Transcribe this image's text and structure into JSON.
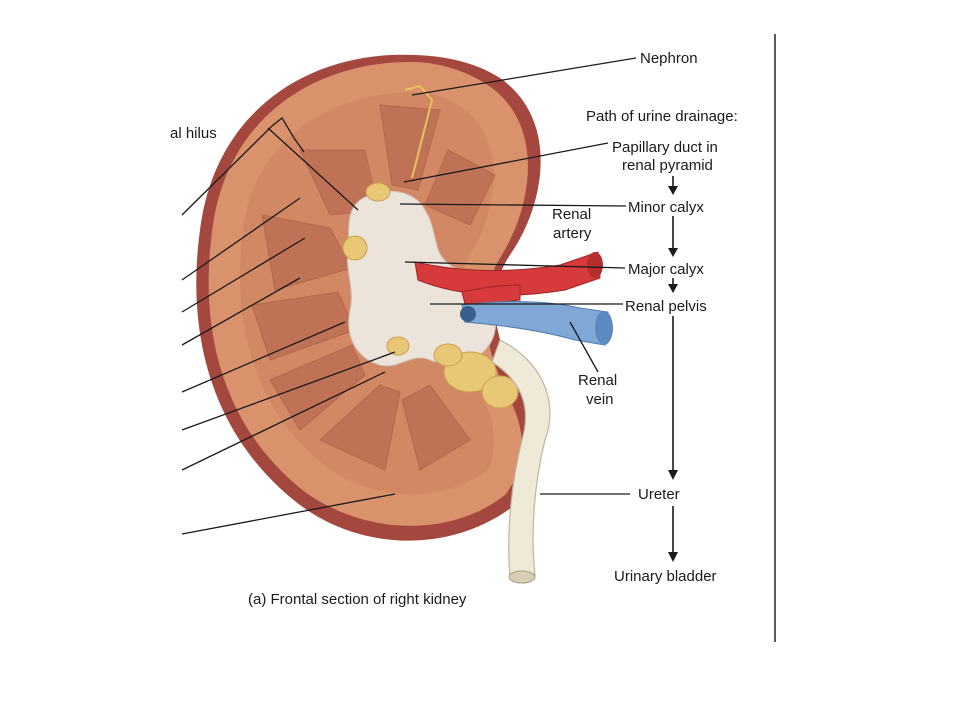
{
  "labels": {
    "nephron": "Nephron",
    "hilus_fragment": "al hilus",
    "path_title": "Path of urine drainage:",
    "papillary_1": "Papillary duct in",
    "papillary_2": "renal pyramid",
    "minor_calyx": "Minor calyx",
    "renal_artery_1": "Renal",
    "renal_artery_2": "artery",
    "major_calyx": "Major calyx",
    "renal_pelvis": "Renal pelvis",
    "renal_vein_1": "Renal",
    "renal_vein_2": "vein",
    "ureter": "Ureter",
    "urinary_bladder": "Urinary bladder"
  },
  "caption": "(a) Frontal section of right kidney",
  "colors": {
    "capsule": "#a4483f",
    "cortex": "#d9926b",
    "medulla": "#c97a5c",
    "sinus": "#ece4da",
    "artery": "#d63a3a",
    "vein": "#7fa8d6",
    "fat": "#e8c777",
    "ureter": "#efe9d8"
  }
}
